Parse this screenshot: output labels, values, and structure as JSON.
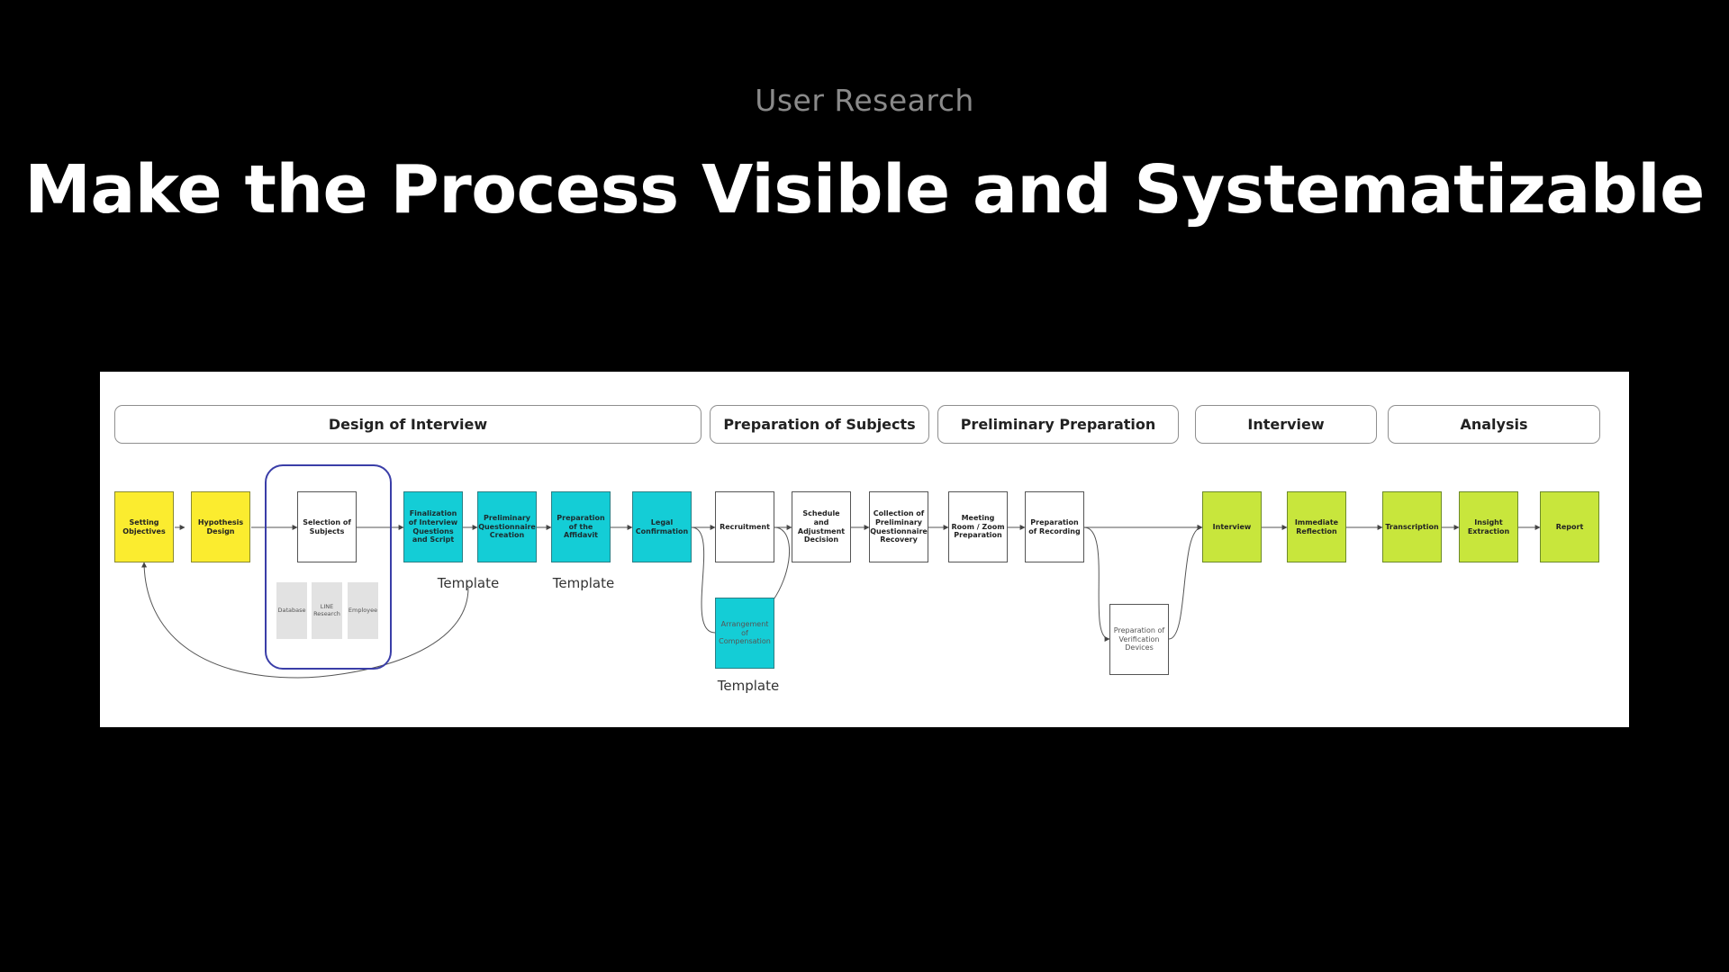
{
  "header": {
    "subtitle": "User Research",
    "title": "Make the Process Visible and Systematizable"
  },
  "phases": [
    "Design of Interview",
    "Preparation of Subjects",
    "Preliminary Preparation",
    "Interview",
    "Analysis"
  ],
  "nodes": {
    "setting_objectives": "Setting Objectives",
    "hypothesis_design": "Hypothesis Design",
    "selection_of_subjects": "Selection of Subjects",
    "finalization": "Finalization of Interview Questions and Script",
    "preliminary_questionnaire": "Preliminary Questionnaire Creation",
    "affidavit": "Preparation of the Affidavit",
    "legal_confirmation": "Legal Confirmation",
    "recruitment": "Recruitment",
    "schedule": "Schedule and Adjustment Decision",
    "collection": "Collection of Preliminary Questionnaire Recovery",
    "meeting_room": "Meeting Room / Zoom Preparation",
    "recording": "Preparation of Recording",
    "interview": "Interview",
    "immediate_reflection": "Immediate Reflection",
    "transcription": "Transcription",
    "insight_extraction": "Insight Extraction",
    "report": "Report",
    "compensation": "Arrangement of Compensation",
    "verification_devices": "Preparation of Verification Devices"
  },
  "subject_sources": [
    "Database",
    "LINE Research",
    "Employee"
  ],
  "notes": {
    "template": "Template"
  },
  "colors": {
    "planning": "#fbec2f",
    "preparation": "#14cdd6",
    "execution": "#c8e63c",
    "group_outline": "#3a3ea8"
  }
}
